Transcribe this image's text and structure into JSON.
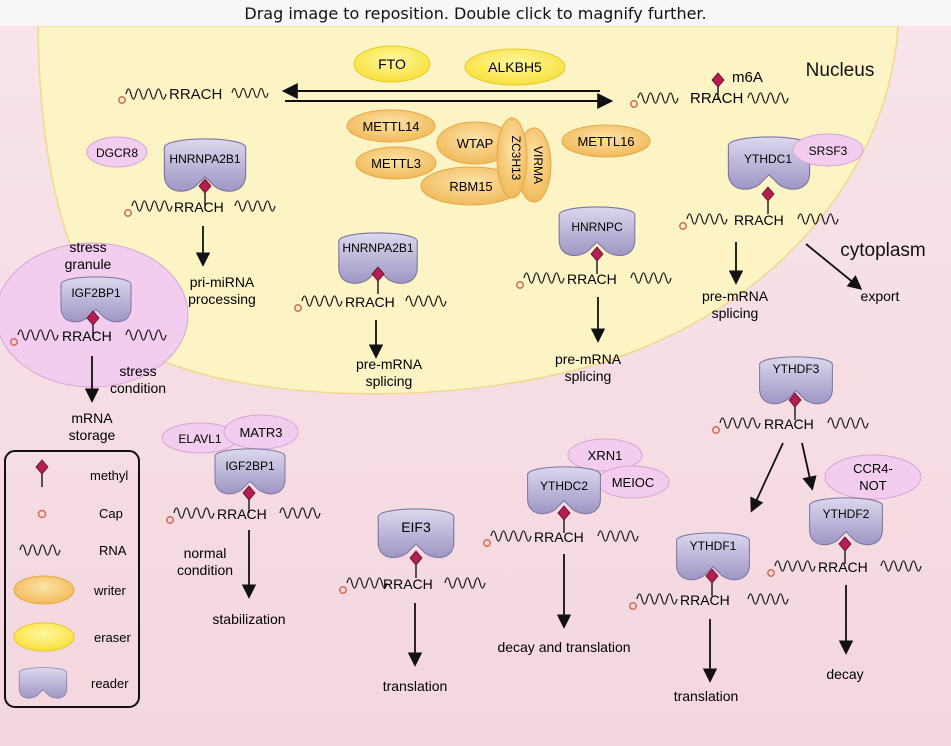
{
  "banner": "Drag image to reposition. Double click to magnify further.",
  "colors": {
    "nucleus": "#fdf4c6",
    "cytoplasm": "#f6dde4",
    "writer": "#f4c66a",
    "eraser": "#fbe85c",
    "reader": "#c8c2e0",
    "pink_protein": "#f3cdf0",
    "methyl": "#b41e52",
    "cap": "#d06a50"
  },
  "labels": {
    "nucleus": "Nucleus",
    "cytoplasm": "cytoplasm",
    "m6a": "m6A",
    "motif": "RRACH"
  },
  "erasers": [
    "FTO",
    "ALKBH5"
  ],
  "writers": [
    "METTL14",
    "METTL3",
    "WTAP",
    "ZC3H13",
    "VIRMA",
    "RBM15",
    "METTL16"
  ],
  "readers": {
    "hnrnpa2b1_a": "HNRNPA2B1",
    "dgcr8": "DGCR8",
    "hnrnpa2b1_b": "HNRNPA2B1",
    "hnrnpc": "HNRNPC",
    "ythdc1": "YTHDC1",
    "srsf3": "SRSF3",
    "igf2bp1_stress": "IGF2BP1",
    "elavl1": "ELAVL1",
    "matr3": "MATR3",
    "igf2bp1_normal": "IGF2BP1",
    "eif3": "EIF3",
    "xrn1": "XRN1",
    "meioc": "MEIOC",
    "ythdc2": "YTHDC2",
    "ythdf3": "YTHDF3",
    "ythdf1": "YTHDF1",
    "ccr4_not_1": "CCR4-",
    "ccr4_not_2": "NOT",
    "ythdf2": "YTHDF2"
  },
  "outcomes": {
    "pri_mirna_1": "pri-miRNA",
    "pri_mirna_2": "processing",
    "splicing_a_1": "pre-mRNA",
    "splicing_a_2": "splicing",
    "splicing_b_1": "pre-mRNA",
    "splicing_b_2": "splicing",
    "splicing_c_1": "pre-mRNA",
    "splicing_c_2": "splicing",
    "export": "export",
    "stress_granule_1": "stress",
    "stress_granule_2": "granule",
    "stress_cond_1": "stress",
    "stress_cond_2": "condition",
    "storage_1": "mRNA",
    "storage_2": "storage",
    "normal_1": "normal",
    "normal_2": "condition",
    "stabilization": "stabilization",
    "translation_eif3": "translation",
    "decay_translation": "decay and translation",
    "translation_ythdf1": "translation",
    "decay": "decay"
  },
  "legend": [
    "methyl",
    "Cap",
    "RNA",
    "writer",
    "eraser",
    "reader"
  ]
}
